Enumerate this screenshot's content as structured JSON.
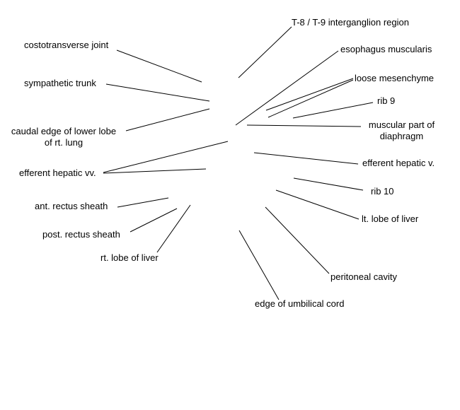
{
  "colors": {
    "background": "#ffffff",
    "text": "#000000",
    "line": "#000000"
  },
  "labels": {
    "t8_t9": "T-8 / T-9 interganglion region",
    "esophagus": "esophagus muscularis",
    "loose_mesenchyme": "loose mesenchyme",
    "rib9": "rib 9",
    "diaphragm_1": "muscular part of",
    "diaphragm_2": "diaphragm",
    "efferent_hepatic_v": "efferent hepatic v.",
    "rib10": "rib 10",
    "lt_lobe": "lt. lobe of liver",
    "peritoneal": "peritoneal cavity",
    "umbilical": "edge of umbilical cord",
    "costotransverse": "costotransverse joint",
    "sympathetic": "sympathetic trunk",
    "caudal_1": "caudal edge of lower lobe",
    "caudal_2": "of rt. lung",
    "efferent_hepatic_vv": "efferent hepatic vv.",
    "ant_rectus": "ant. rectus sheath",
    "post_rectus": "post. rectus sheath",
    "rt_lobe": "rt. lobe of liver"
  }
}
